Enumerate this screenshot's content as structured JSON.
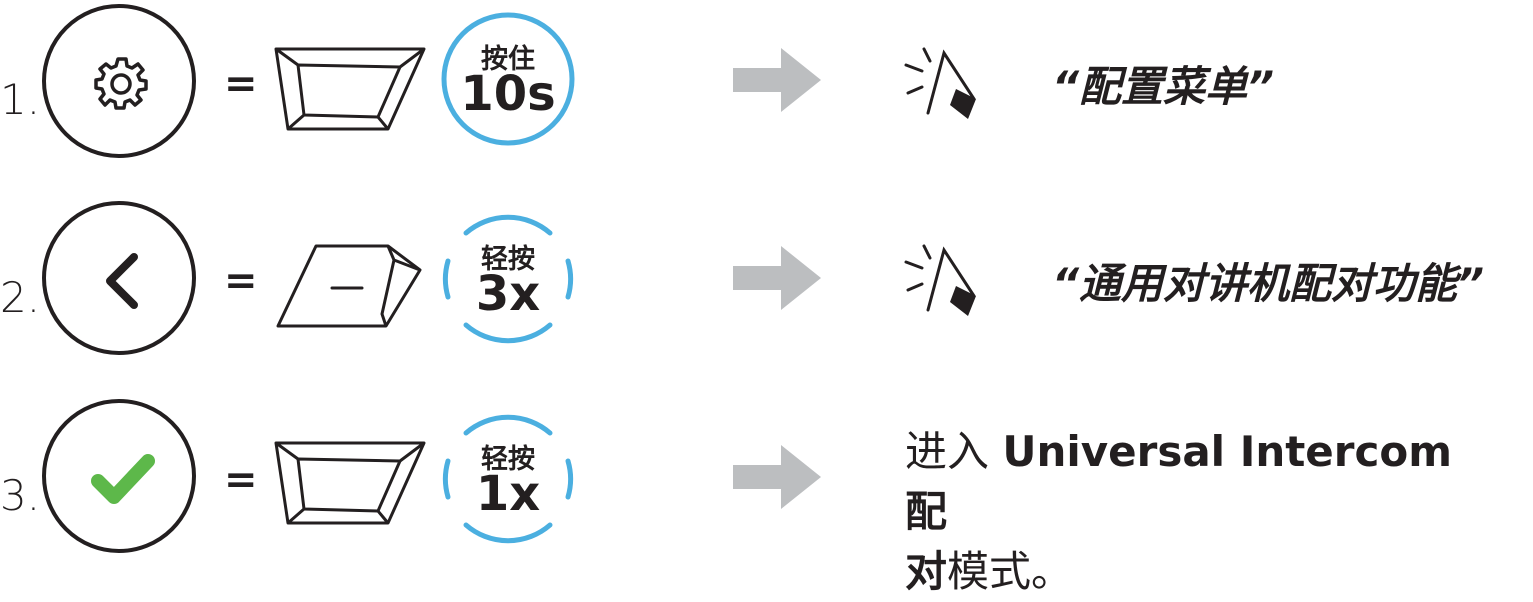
{
  "steps": [
    {
      "number": "1.",
      "icon": "gear-icon",
      "equals": "=",
      "badge_top": "按住",
      "badge_main": "10s",
      "voice_prompt": "“配置菜单”"
    },
    {
      "number": "2.",
      "icon": "chevron-left-icon",
      "equals": "=",
      "badge_top": "轻按",
      "badge_main": "3x",
      "voice_prompt": "“通用对讲机配对功能”"
    },
    {
      "number": "3.",
      "icon": "checkmark-icon",
      "equals": "=",
      "badge_top": "轻按",
      "badge_main": "1x",
      "result_text_1": "进入 ",
      "result_bold_1": "Universal Intercom 配",
      "result_bold_2": "对",
      "result_text_2": "模式。"
    }
  ],
  "colors": {
    "badge_ring": "#4bafe0",
    "arrow": "#bcbec0",
    "check": "#5db84a",
    "ink": "#231f20"
  }
}
